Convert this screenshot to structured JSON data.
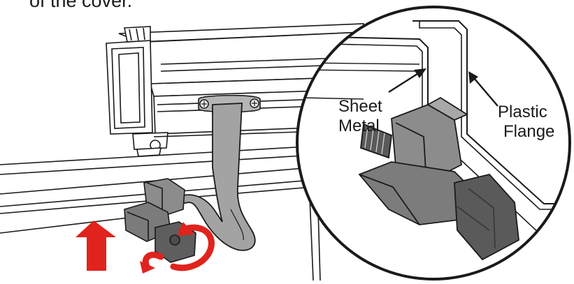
{
  "caption": {
    "text": "of the cover."
  },
  "callouts": {
    "sheet_metal_line1": "Sheet",
    "sheet_metal_line2": "Metal",
    "plastic_flange_line1": "Plastic",
    "plastic_flange_line2": "Flange"
  },
  "colors": {
    "line": "#1a1a1a",
    "arrow_red": "#e0231c",
    "strap_gray": "#a3a3a3",
    "clamp_dark": "#6f6f6f",
    "clamp_mid": "#8c8c8c",
    "knob_dark": "#4d4d4d"
  },
  "icons": {
    "up_arrow": "red-up-arrow-icon",
    "rotate_arrow": "red-rotate-arrow-icon",
    "callout_arrow": "black-arrow-icon"
  }
}
